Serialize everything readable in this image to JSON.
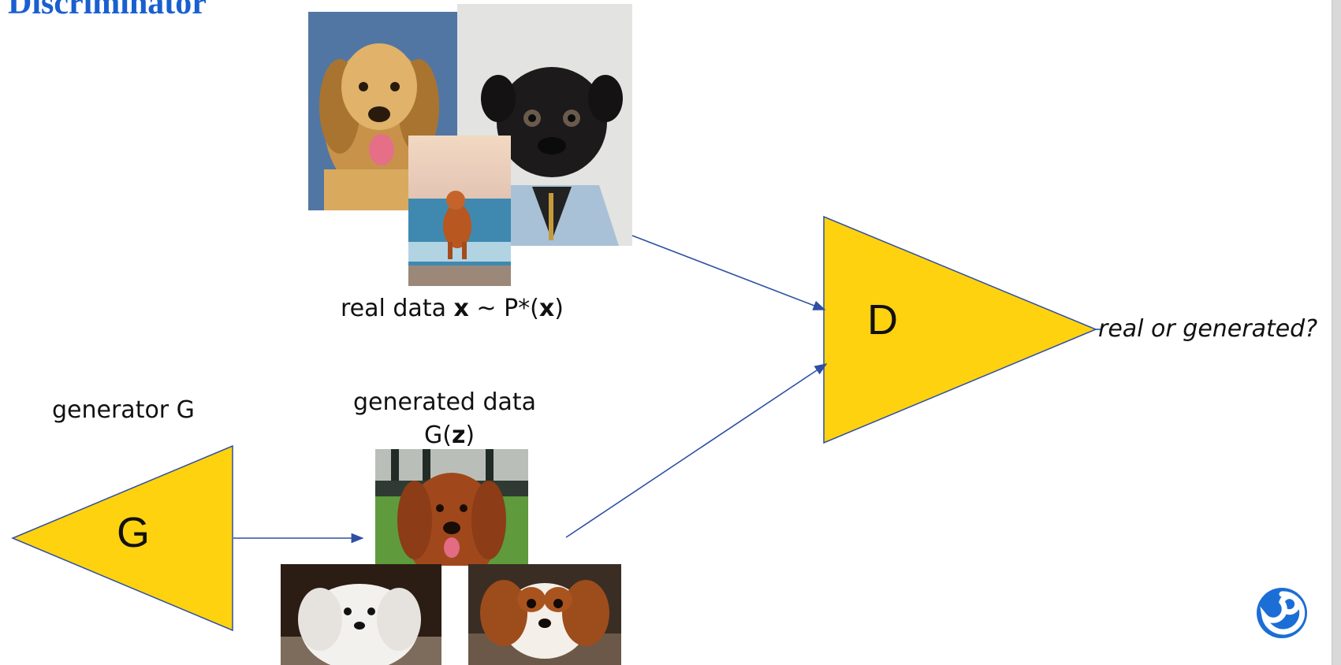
{
  "slide": {
    "title": "Discriminator",
    "title_color": "#1a5fd0"
  },
  "discriminator": {
    "letter": "D",
    "fill": "#ffd20f"
  },
  "generator": {
    "letter": "G",
    "fill": "#ffd20f",
    "caption": "generator G"
  },
  "real_data": {
    "caption_prefix": "real data ",
    "caption_x": "x",
    "caption_mid": " ~ P*(",
    "caption_x2": "x",
    "caption_suffix": ")"
  },
  "generated_data": {
    "caption_line1": "generated data",
    "caption_line2_prefix": "G(",
    "caption_line2_z": "z",
    "caption_line2_suffix": ")"
  },
  "output": {
    "label": "real or generated?"
  },
  "arrows": {
    "color": "#2f4fa3"
  },
  "logo": {
    "name": "deepmind-logo-icon",
    "color": "#1b6ed6"
  }
}
